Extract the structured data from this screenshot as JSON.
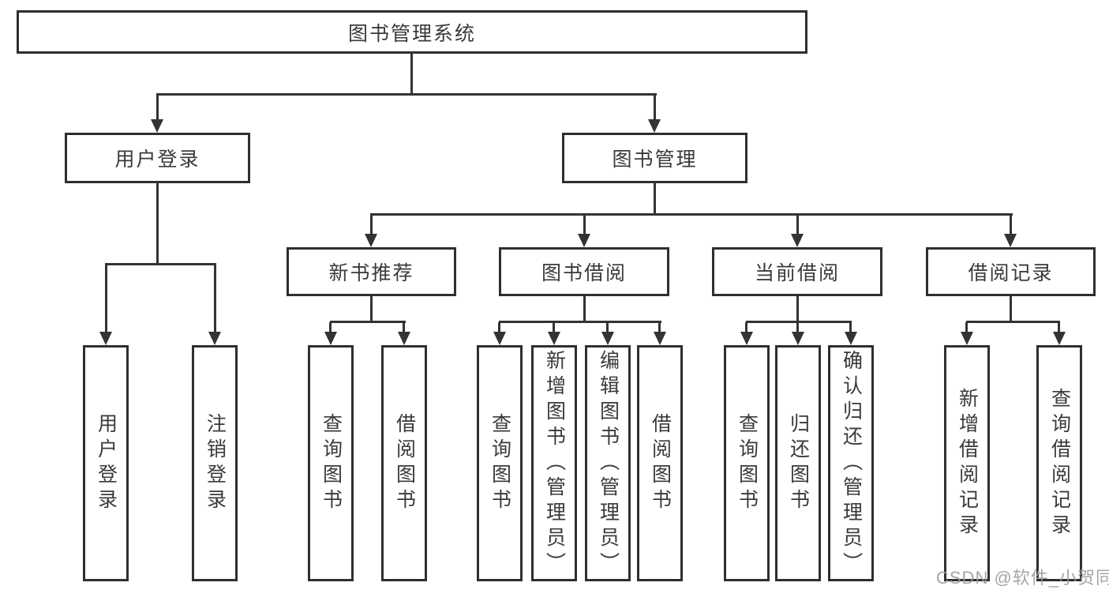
{
  "diagram": {
    "title": "图书管理系统",
    "level2": [
      {
        "id": "user-login",
        "label": "用户登录"
      },
      {
        "id": "book-management",
        "label": "图书管理"
      }
    ],
    "level3": [
      {
        "id": "new-book-recommend",
        "label": "新书推荐"
      },
      {
        "id": "book-borrow",
        "label": "图书借阅"
      },
      {
        "id": "current-borrow",
        "label": "当前借阅"
      },
      {
        "id": "borrow-records",
        "label": "借阅记录"
      }
    ],
    "leaves": {
      "user": [
        "用户登录",
        "注销登录"
      ],
      "new_books": [
        "查询图书",
        "借阅图书"
      ],
      "book_borrow": [
        "查询图书",
        "新增图书（管理员）",
        "编辑图书（管理员）",
        "借阅图书"
      ],
      "current_borrow": [
        "查询图书",
        "归还图书",
        "确认归还（管理员）"
      ],
      "borrow_records": [
        "新增借阅记录",
        "查询借阅记录"
      ]
    }
  },
  "watermark": {
    "text": "CSDN @软件_小贺同学"
  },
  "colors": {
    "line": "#333333",
    "box_border": "#2f2f2f",
    "text": "#3a3a3a",
    "watermark": "#9c9c9c",
    "background": "#ffffff"
  }
}
